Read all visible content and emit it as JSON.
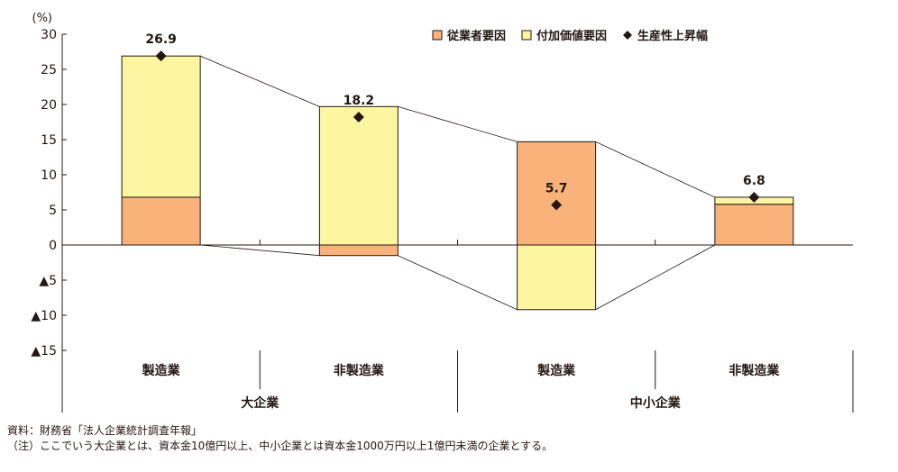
{
  "chart_data": {
    "type": "bar",
    "stacked": true,
    "unit_label": "(%)",
    "ylim": [
      -15,
      30
    ],
    "yticks": [
      {
        "value": 30,
        "label": "30"
      },
      {
        "value": 25,
        "label": "25"
      },
      {
        "value": 20,
        "label": "20"
      },
      {
        "value": 15,
        "label": "15"
      },
      {
        "value": 10,
        "label": "10"
      },
      {
        "value": 5,
        "label": "5"
      },
      {
        "value": 0,
        "label": "0"
      },
      {
        "value": -5,
        "label": "▲5"
      },
      {
        "value": -10,
        "label": "▲10"
      },
      {
        "value": -15,
        "label": "▲15"
      }
    ],
    "categories": [
      "製造業",
      "非製造業",
      "製造業",
      "非製造業"
    ],
    "groups": [
      {
        "label": "大企業",
        "span": [
          0,
          1
        ]
      },
      {
        "label": "中小企業",
        "span": [
          2,
          3
        ]
      }
    ],
    "series": [
      {
        "name": "従業者要因",
        "color": "#f9b37a",
        "values": [
          6.8,
          -1.5,
          14.7,
          5.8
        ]
      },
      {
        "name": "付加価値要因",
        "color": "#fdf5a0",
        "values": [
          20.1,
          19.7,
          -9.2,
          1.0
        ]
      }
    ],
    "markers": {
      "name": "生産性上昇幅",
      "values": [
        26.9,
        18.2,
        5.7,
        6.8
      ],
      "labels": [
        "26.9",
        "18.2",
        "5.7",
        "6.8"
      ]
    }
  },
  "notes": {
    "source": "資料：財務省「法人企業統計調査年報」",
    "note": "（注）ここでいう大企業とは、資本金10億円以上、中小企業とは資本金1000万円以上1億円未満の企業とする。"
  }
}
